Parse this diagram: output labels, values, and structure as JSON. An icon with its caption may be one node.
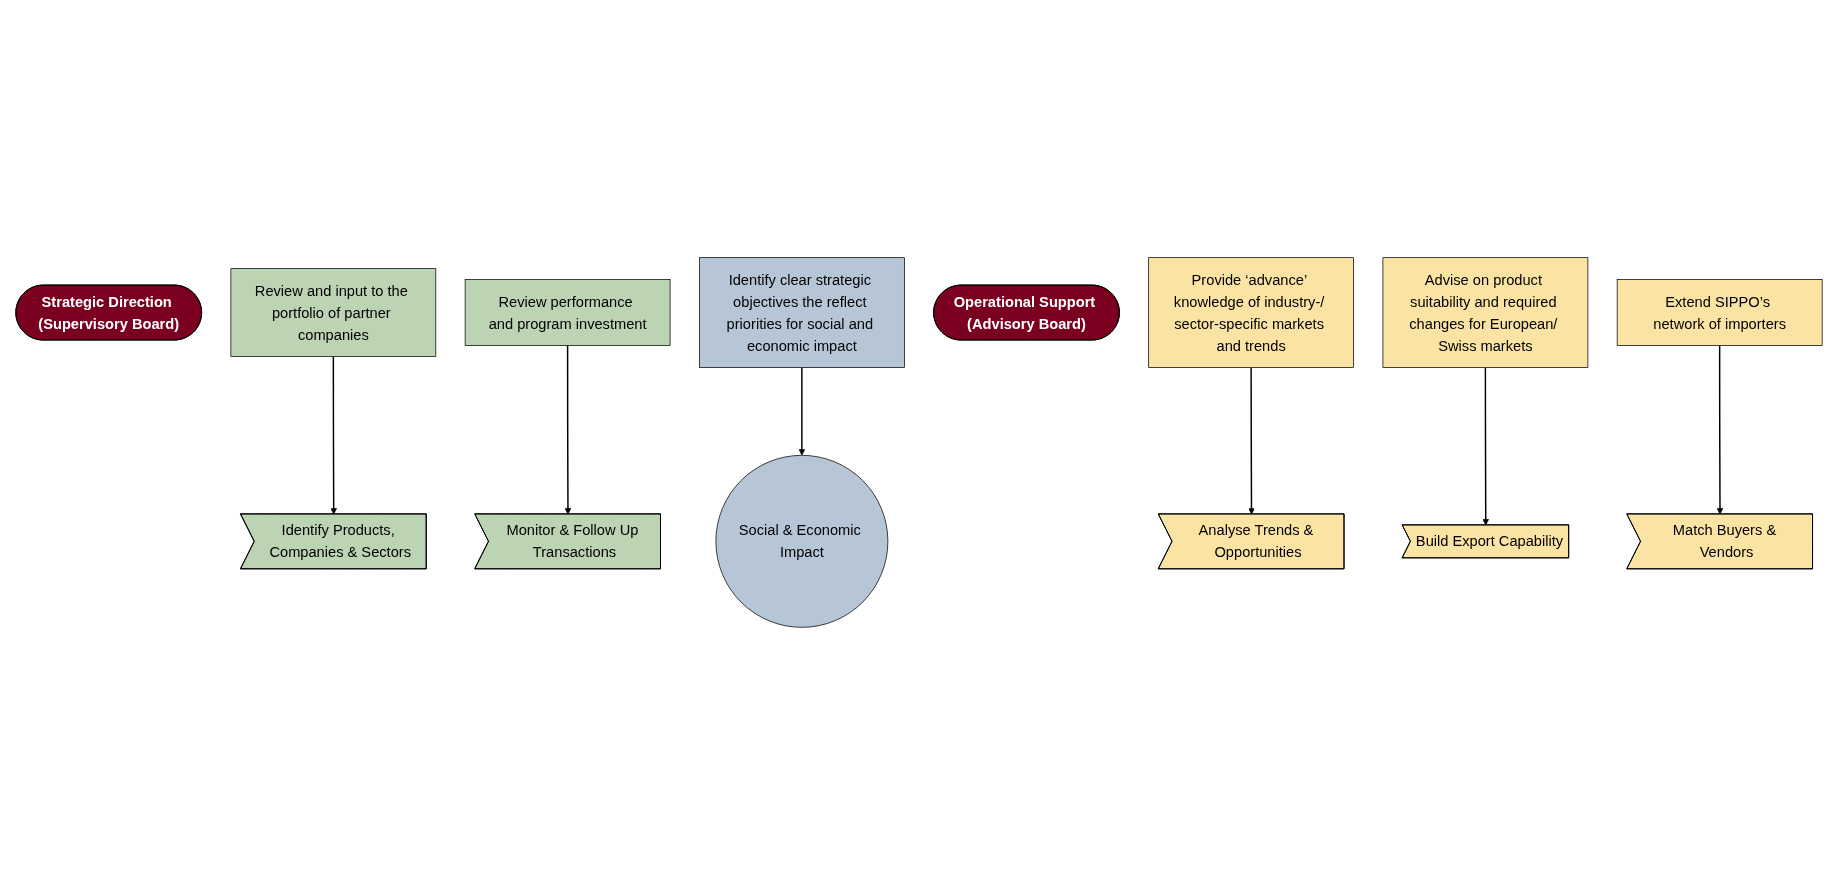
{
  "diagram": {
    "nodes": [
      {
        "text": [
          "Strategic Direction (Supervisory Board)"
        ]
      },
      {
        "text": [
          "Review and input to the portfolio of partner companies"
        ]
      },
      {
        "text": [
          "Review performance and program investment"
        ]
      },
      {
        "text": [
          "Identify clear strategic objectives the reflect priorities for social and economic impact"
        ]
      },
      {
        "text": [
          "Analyse Trends & Opportunities"
        ]
      },
      {
        "text": [
          "Identify Products, Companies & Sectors"
        ]
      },
      {
        "text": [
          "Build Export Capability"
        ]
      },
      {
        "text": [
          "Match Buyers & Vendors"
        ]
      },
      {
        "text": [
          "Monitor & Follow Up Transactions"
        ]
      },
      {
        "text": [
          "Social & Economic Impact"
        ]
      },
      {
        "text": [
          "Operational Support (Advisory Board)"
        ]
      },
      {
        "text": [
          "Provide ‘advance’ knowledge of industry-/ sector-specific markets and trends"
        ]
      },
      {
        "text": [
          "Advise on product suitability and required changes for European/ Swiss markets"
        ]
      },
      {
        "text": [
          "Extend SIPPO’s network of importers"
        ]
      }
    ],
    "edges": [
      {
        "from": 1,
        "to": 5,
        "arrow": "to"
      },
      {
        "from": 2,
        "to": 8,
        "arrow": "to"
      },
      {
        "from": 3,
        "to": 9,
        "arrow": "to"
      },
      {
        "from": 11,
        "to": 4,
        "arrow": "to"
      },
      {
        "from": 12,
        "to": 6,
        "arrow": "to"
      },
      {
        "from": 13,
        "to": 7,
        "arrow": "to"
      }
    ]
  }
}
